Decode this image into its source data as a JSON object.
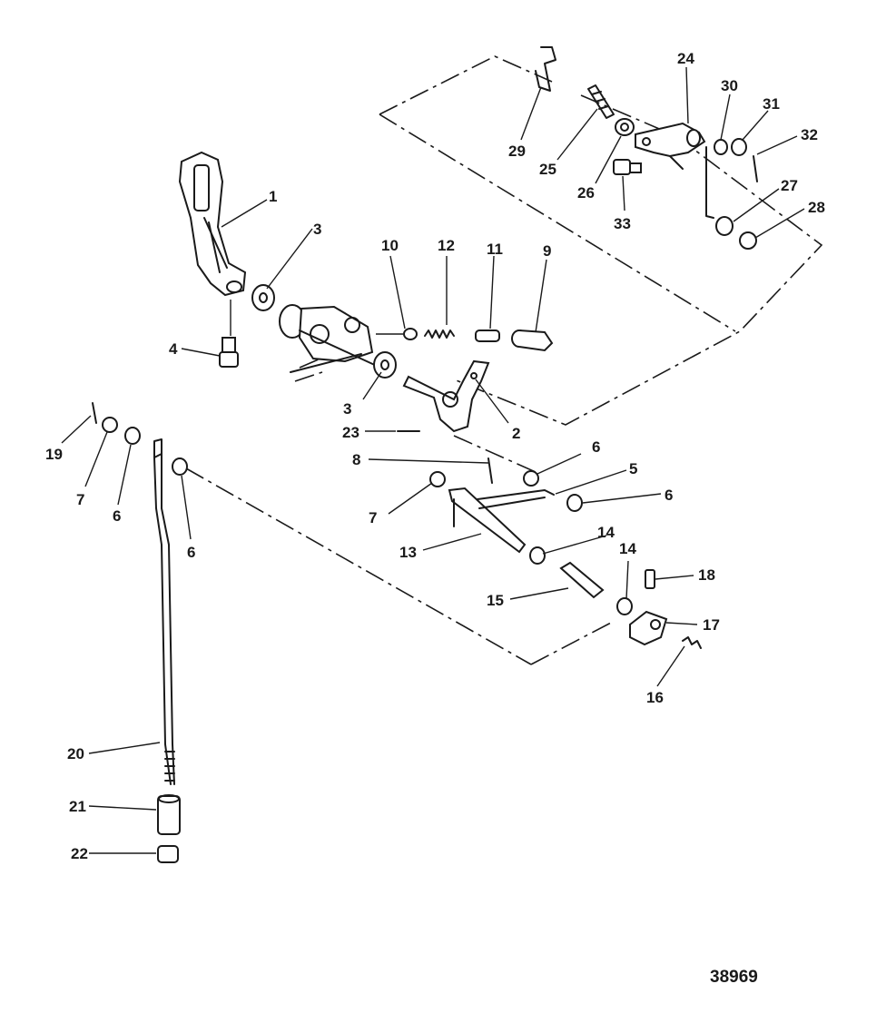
{
  "figure_number": "38969",
  "callouts": {
    "c1": "1",
    "c2": "2",
    "c3a": "3",
    "c3b": "3",
    "c4": "4",
    "c5": "5",
    "c6a": "6",
    "c6b": "6",
    "c6c": "6",
    "c6d": "6",
    "c7a": "7",
    "c7b": "7",
    "c8": "8",
    "c9": "9",
    "c10": "10",
    "c11": "11",
    "c12": "12",
    "c13": "13",
    "c14a": "14",
    "c14b": "14",
    "c15": "15",
    "c16": "16",
    "c17": "17",
    "c18": "18",
    "c19": "19",
    "c20": "20",
    "c21": "21",
    "c22": "22",
    "c23": "23",
    "c24": "24",
    "c25": "25",
    "c26": "26",
    "c27": "27",
    "c28": "28",
    "c29": "29",
    "c30": "30",
    "c31": "31",
    "c32": "32",
    "c33": "33"
  }
}
